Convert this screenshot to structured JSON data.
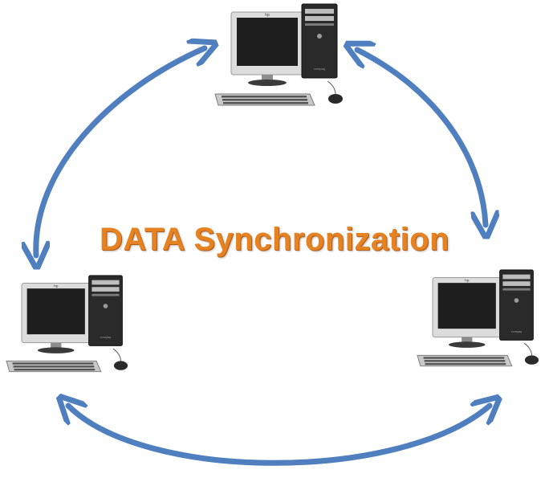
{
  "title": {
    "text": "DATA Synchronization",
    "color": "#e58323"
  },
  "computers": [
    {
      "id": "top",
      "brand": "hp",
      "tower_label": "compaq"
    },
    {
      "id": "left",
      "brand": "hp",
      "tower_label": "compaq"
    },
    {
      "id": "right",
      "brand": "hp",
      "tower_label": "compaq"
    }
  ],
  "colors": {
    "arrow": "#4f7fbf",
    "monitor_bezel": "#dcdcdc",
    "screen": "#1e1e1e",
    "tower": "#2a2a2a",
    "keyboard": "#c9c9c9"
  },
  "icons": {
    "computer": "desktop-computer-icon",
    "arrow": "double-headed-arrow"
  }
}
